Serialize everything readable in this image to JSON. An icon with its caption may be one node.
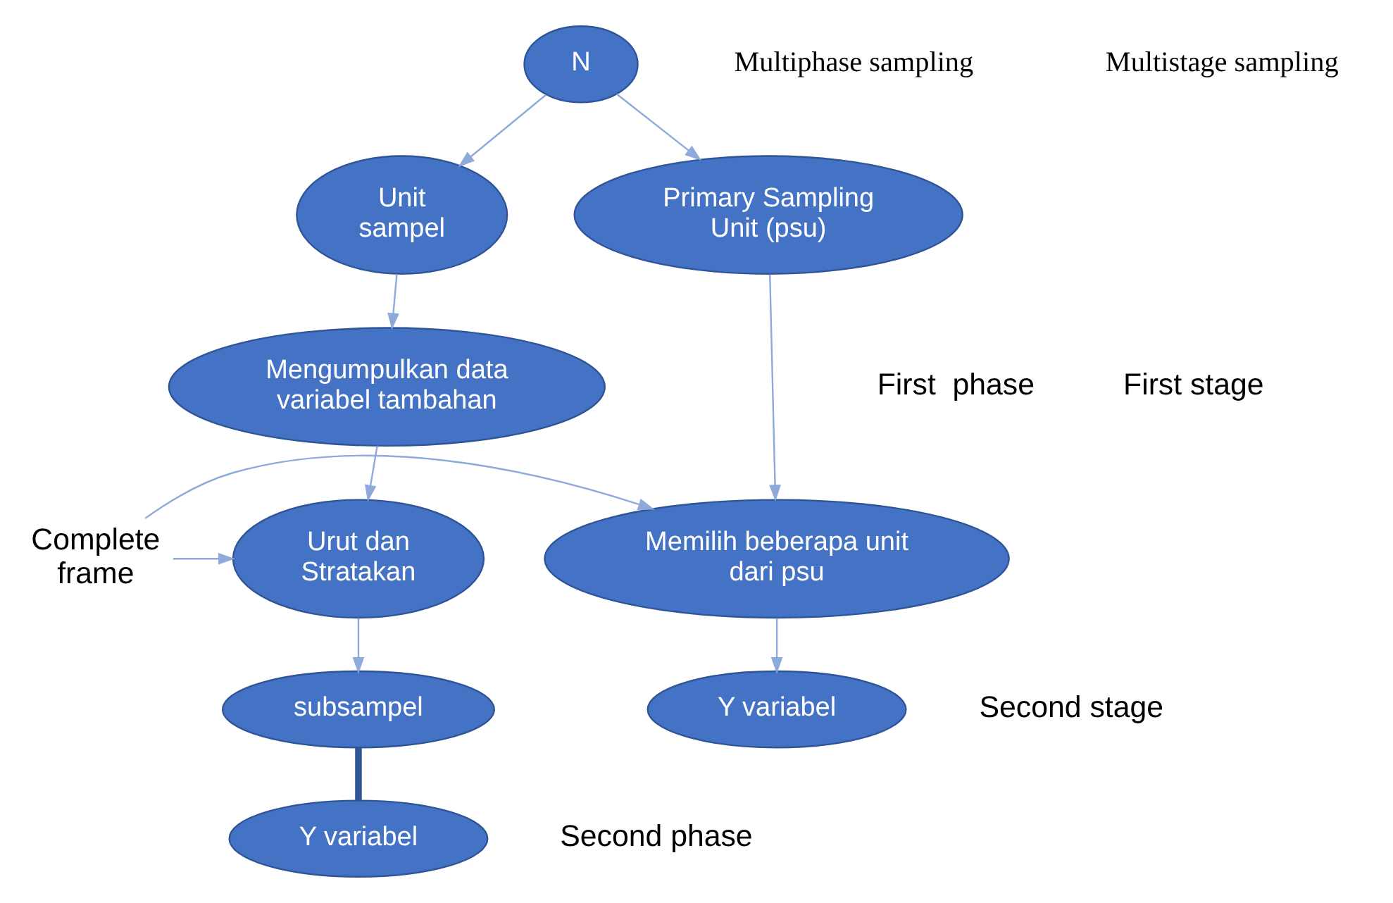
{
  "diagram": {
    "nodes": [
      {
        "text": [
          "N"
        ]
      },
      {
        "text": [
          "Unit sampel"
        ]
      },
      {
        "text": [
          "Mengumpulkan data variabel tambahan"
        ]
      },
      {
        "text": [
          "Urut dan Stratakan"
        ]
      },
      {
        "text": [
          "subsampel"
        ]
      },
      {
        "text": [
          "Y variabel"
        ]
      },
      {
        "text": [
          "Primary Sampling Unit (psu)"
        ]
      },
      {
        "text": [
          "Memilih beberapa unit dari psu"
        ]
      },
      {
        "text": [
          "Y variabel"
        ]
      },
      {
        "text": [
          "Complete frame"
        ]
      }
    ],
    "edges": [
      {
        "from": 0,
        "to": 1,
        "arrow": "to"
      },
      {
        "from": 0,
        "to": 6,
        "arrow": "to"
      },
      {
        "from": 1,
        "to": 2,
        "arrow": "to"
      },
      {
        "from": 2,
        "to": 3,
        "arrow": "to"
      },
      {
        "from": 3,
        "to": 4,
        "arrow": "to"
      },
      {
        "from": 4,
        "to": 5,
        "arrow": "none",
        "style": "thick",
        "color": "#2f5597"
      },
      {
        "from": 6,
        "to": 7,
        "arrow": "to"
      },
      {
        "from": 7,
        "to": 8,
        "arrow": "to"
      },
      {
        "from": 9,
        "to": 3,
        "arrow": "to"
      },
      {
        "from": 9,
        "to": 7,
        "arrow": "to"
      }
    ],
    "labels": [
      "Multiphase sampling",
      "Multistage sampling",
      "First  phase",
      "Second phase",
      "First stage",
      "Second stage"
    ]
  }
}
